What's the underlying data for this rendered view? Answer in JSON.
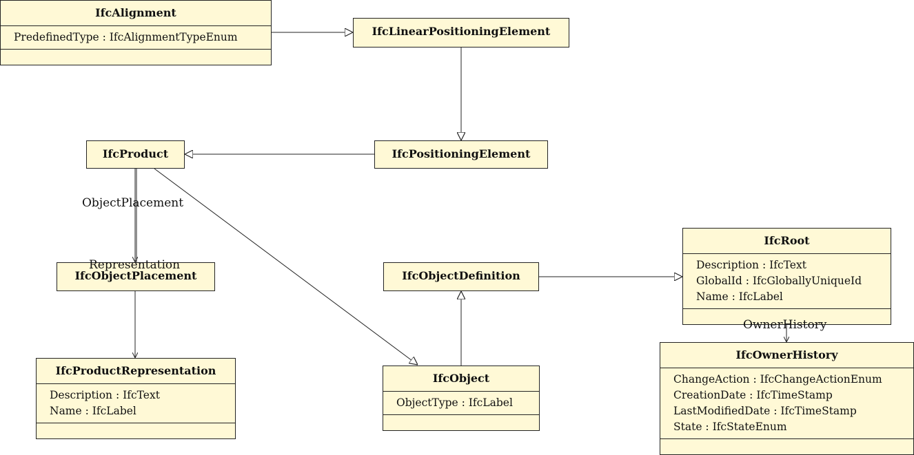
{
  "classes": {
    "alignment": {
      "name": "IfcAlignment",
      "attributes": [
        "PredefinedType : IfcAlignmentTypeEnum"
      ]
    },
    "linear_positioning_element": {
      "name": "IfcLinearPositioningElement"
    },
    "product": {
      "name": "IfcProduct"
    },
    "positioning_element": {
      "name": "IfcPositioningElement"
    },
    "object_placement": {
      "name": "IfcObjectPlacement"
    },
    "object_definition": {
      "name": "IfcObjectDefinition"
    },
    "root": {
      "name": "IfcRoot",
      "attributes": [
        "Description : IfcText",
        "GlobalId : IfcGloballyUniqueId",
        "Name : IfcLabel"
      ]
    },
    "product_representation": {
      "name": "IfcProductRepresentation",
      "attributes": [
        "Description : IfcText",
        "Name : IfcLabel"
      ]
    },
    "object": {
      "name": "IfcObject",
      "attributes": [
        "ObjectType : IfcLabel"
      ]
    },
    "owner_history": {
      "name": "IfcOwnerHistory",
      "attributes": [
        "ChangeAction : IfcChangeActionEnum",
        "CreationDate : IfcTimeStamp",
        "LastModifiedDate : IfcTimeStamp",
        "State : IfcStateEnum"
      ]
    }
  },
  "relations": {
    "object_placement_role": "ObjectPlacement",
    "representation_role": "Representation",
    "owner_history_role": "OwnerHistory"
  },
  "colors": {
    "class_fill": "#fff9d6",
    "line": "#222222"
  }
}
